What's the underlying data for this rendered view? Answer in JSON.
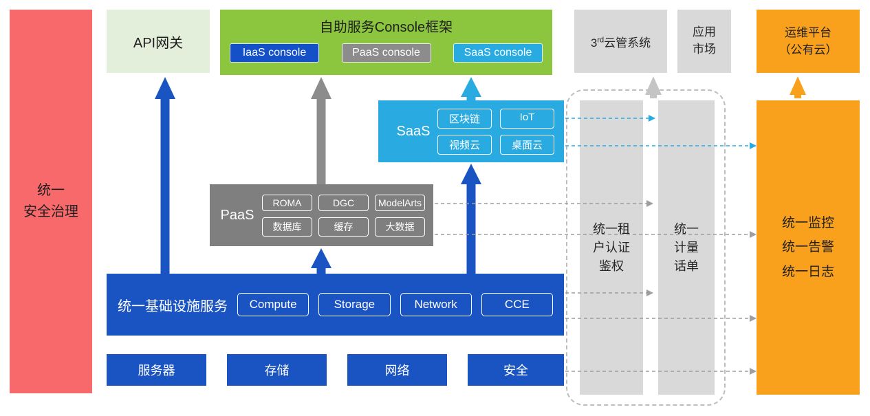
{
  "colors": {
    "red": "#F8696B",
    "mint": "#E3EFDA",
    "green": "#8CC63F",
    "dark_blue": "#1A53C2",
    "cyan": "#29ABE2",
    "gray": "#7F7F7F",
    "light_gray": "#D9D9D9",
    "orange": "#F9A01C"
  },
  "left_bar": {
    "label": "统一\n安全治理"
  },
  "top_row": {
    "api_gateway": {
      "label": "API网关"
    },
    "console_frame": {
      "title": "自助服务Console框架",
      "buttons": [
        {
          "label": "IaaS console"
        },
        {
          "label": "PaaS console"
        },
        {
          "label": "SaaS console"
        }
      ]
    },
    "third_party_cloud": {
      "prefix": "3",
      "sup": "rd",
      "suffix": "云管系统"
    },
    "app_market": {
      "label": "应用\n市场"
    },
    "om_platform": {
      "label": "运维平台\n（公有云）"
    }
  },
  "saas": {
    "label": "SaaS",
    "chips": [
      "区块链",
      "IoT",
      "视频云",
      "桌面云"
    ]
  },
  "paas": {
    "label": "PaaS",
    "chips": [
      "ROMA",
      "DGC",
      "ModelArts",
      "数据库",
      "缓存",
      "大数据"
    ]
  },
  "iaas": {
    "label": "统一基础设施服务",
    "chips": [
      "Compute",
      "Storage",
      "Network",
      "CCE"
    ]
  },
  "foundation_row": [
    "服务器",
    "存储",
    "网络",
    "安全"
  ],
  "right_panel": {
    "auth_column": {
      "label": "统一租\n户认证\n鉴权"
    },
    "metering_column": {
      "label": "统一\n计量\n话单"
    },
    "monitor_bar": {
      "label": "统一监控\n统一告警\n统一日志"
    }
  }
}
